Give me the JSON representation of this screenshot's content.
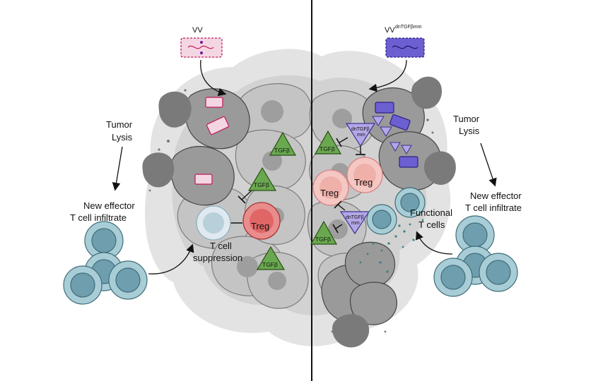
{
  "left": {
    "virus_label": "VV",
    "tumor_lysis_line1": "Tumor",
    "tumor_lysis_line2": "Lysis",
    "new_effector_line1": "New effector",
    "new_effector_line2": "T cell infiltrate",
    "tgfb_label": "TGFβ",
    "treg_label": "Treg",
    "tcell_supp_line1": "T cell",
    "tcell_supp_line2": "suppression"
  },
  "right": {
    "virus_label_main": "VV",
    "virus_label_sup": "dnTGFβmm",
    "tumor_lysis_line1": "Tumor",
    "tumor_lysis_line2": "Lysis",
    "new_effector_line1": "New effector",
    "new_effector_line2": "T cell infiltrate",
    "dn_label_line1": "dnTGFβ",
    "dn_label_line2": "mm",
    "tgfb_label": "TGFβ",
    "treg_label": "Treg",
    "functional_line1": "Functional",
    "functional_line2": "T cells"
  },
  "colors": {
    "tumor": "#cfcfcf",
    "tumor_dark": "#8e8e8e",
    "tgfb": "#6aa84f",
    "treg": "#e06666",
    "treg_pale": "#f4c7c3",
    "tcell": "#a8cdd6",
    "tcell_core": "#6f9fae",
    "virus_left": "#f4d6e2",
    "virus_right": "#6b5fd1",
    "dn_receptor": "#b4a7e6"
  }
}
